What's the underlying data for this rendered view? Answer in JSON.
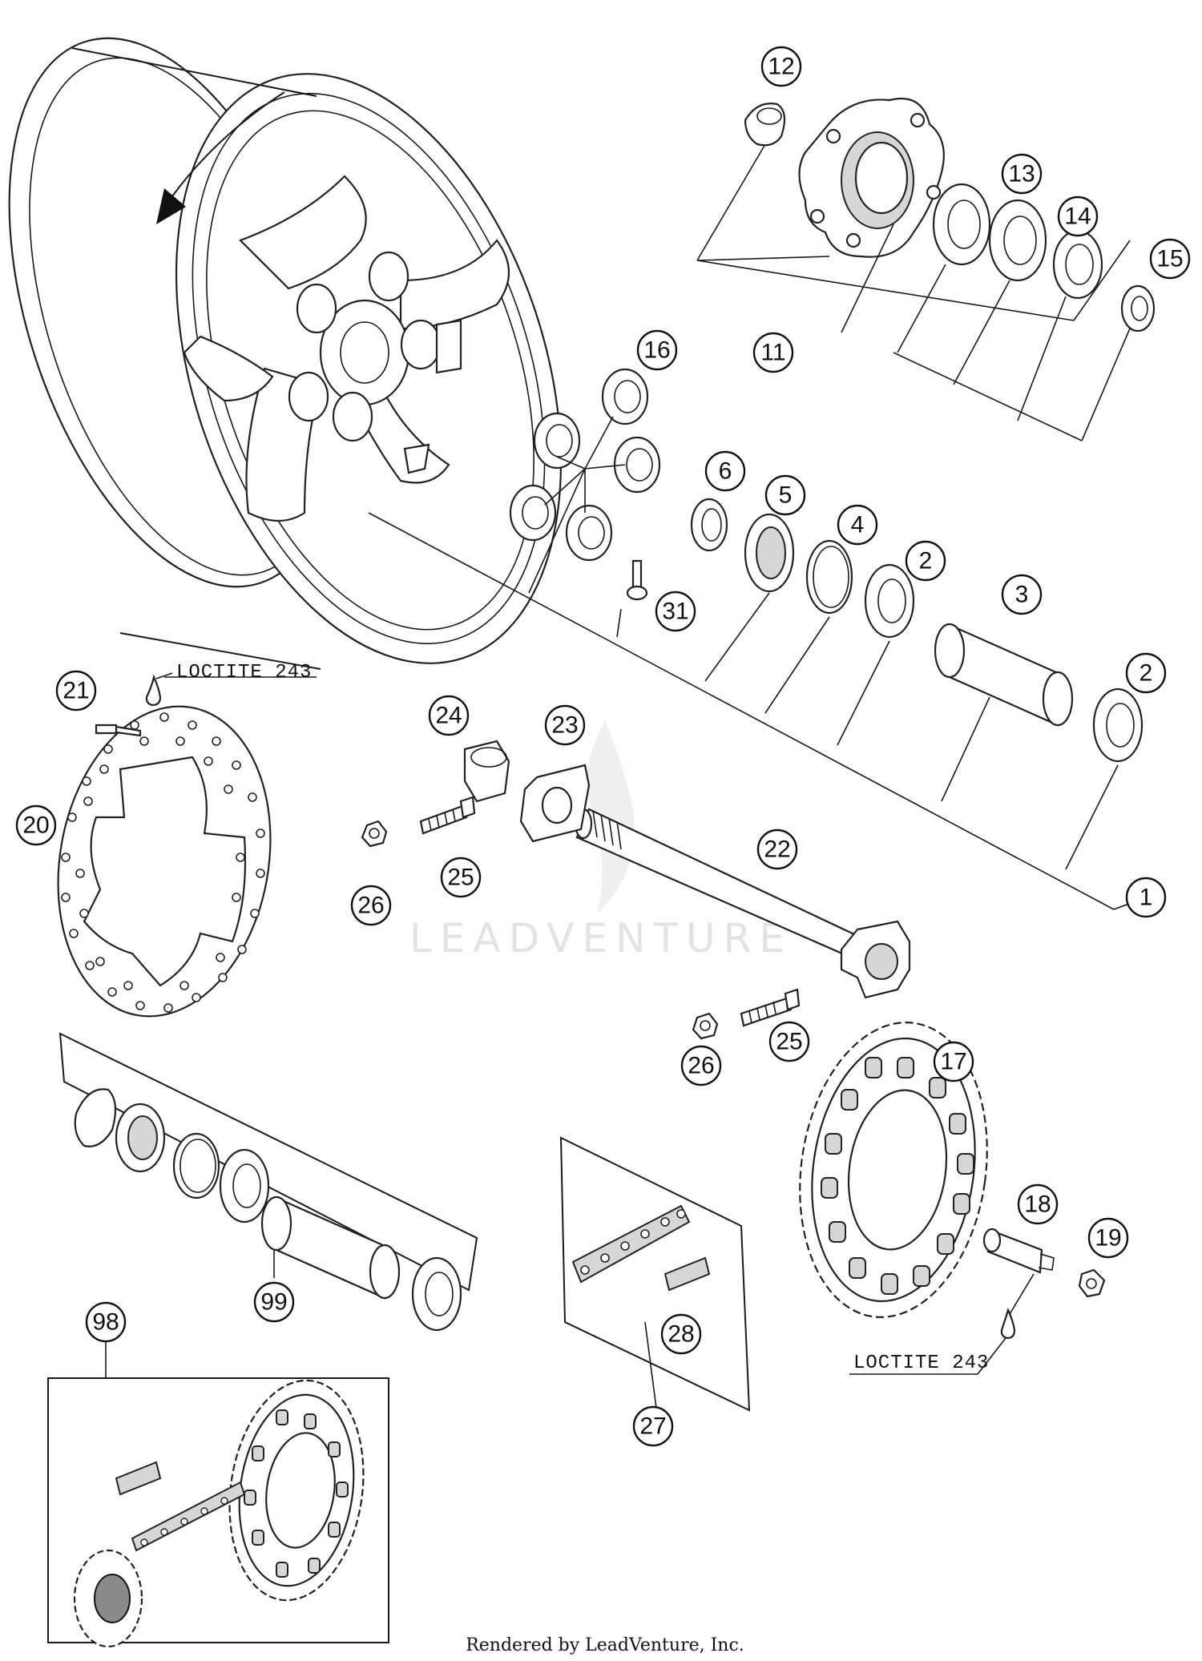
{
  "callouts": {
    "c1": "1",
    "c2a": "2",
    "c2b": "2",
    "c3": "3",
    "c4": "4",
    "c5": "5",
    "c6": "6",
    "c11": "11",
    "c12": "12",
    "c13": "13",
    "c14": "14",
    "c15": "15",
    "c16": "16",
    "c17": "17",
    "c18": "18",
    "c19": "19",
    "c20": "20",
    "c21": "21",
    "c22": "22",
    "c23": "23",
    "c24": "24",
    "c25a": "25",
    "c25b": "25",
    "c26a": "26",
    "c26b": "26",
    "c27": "27",
    "c28": "28",
    "c31": "31",
    "c98": "98",
    "c99": "99"
  },
  "notes": {
    "loctite_top": "LOCTITE 243",
    "loctite_bottom": "LOCTITE 243"
  },
  "watermark": "LEADVENTURE",
  "footer": "Rendered by LeadVenture, Inc."
}
